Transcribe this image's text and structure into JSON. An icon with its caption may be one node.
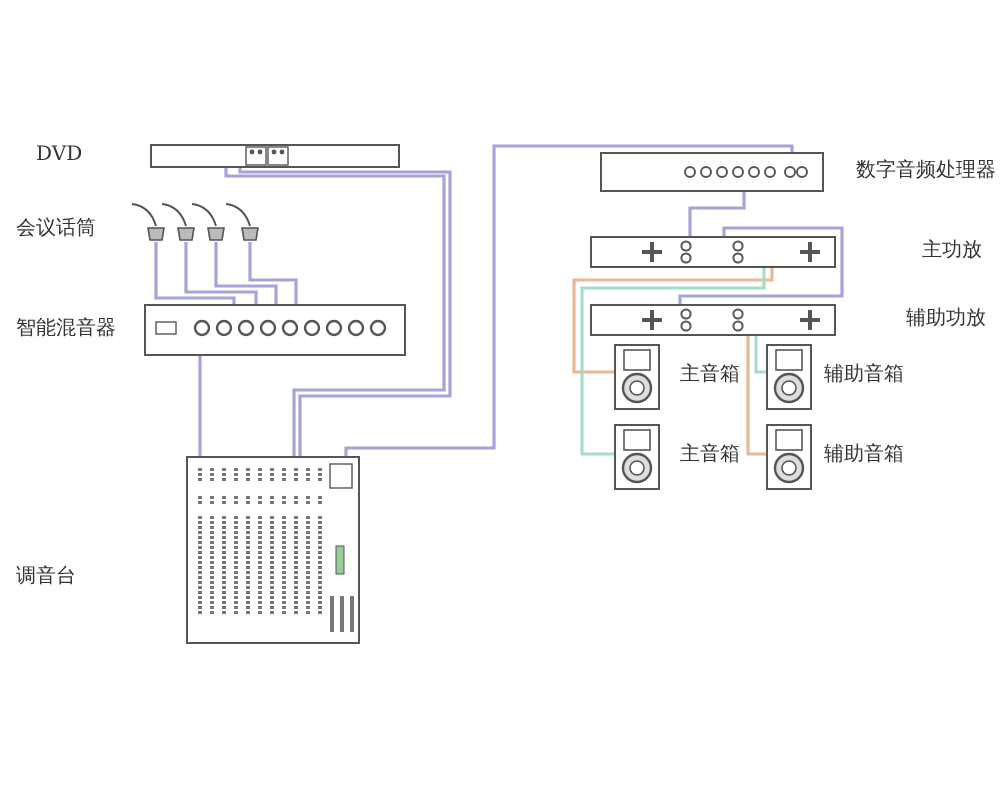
{
  "diagram": {
    "nodes": [
      {
        "text": [],
        "shape": "box",
        "beside": [
          "DVD"
        ]
      },
      {
        "text": [],
        "shape": "microphone"
      },
      {
        "text": [],
        "shape": "microphone"
      },
      {
        "text": [],
        "shape": "microphone"
      },
      {
        "text": [],
        "shape": "microphone"
      },
      {
        "text": [],
        "shape": "box",
        "beside": [
          "智能混音器"
        ]
      },
      {
        "text": [],
        "shape": "box"
      },
      {
        "text": [
          "数字音频处理器"
        ]
      },
      {
        "text": [
          "主功放"
        ]
      },
      {
        "text": [
          "辅助功放"
        ]
      },
      {
        "text": [
          "主音箱"
        ]
      },
      {
        "text": [
          "辅助音箱"
        ]
      },
      {
        "text": [
          "主音箱"
        ]
      },
      {
        "text": [
          "辅助音箱"
        ]
      }
    ],
    "edges": [
      {
        "from": 1,
        "to": 5,
        "arrow": "none"
      },
      {
        "from": 2,
        "to": 5,
        "arrow": "none"
      },
      {
        "from": 3,
        "to": 5,
        "arrow": "none"
      },
      {
        "from": 4,
        "to": 5,
        "arrow": "none"
      },
      {
        "from": 0,
        "to": 6,
        "arrow": "none"
      },
      {
        "from": 0,
        "to": 6,
        "arrow": "none"
      },
      {
        "from": 5,
        "to": 6,
        "arrow": "none"
      },
      {
        "from": 6,
        "to": 7,
        "arrow": "none"
      },
      {
        "from": 7,
        "to": 8,
        "arrow": "none"
      },
      {
        "from": 8,
        "to": 9,
        "arrow": "none"
      },
      {
        "from": 8,
        "to": 10,
        "arrow": "none",
        "color": "#e8b898"
      },
      {
        "from": 8,
        "to": 12,
        "arrow": "none",
        "color": "#a8dcc8"
      },
      {
        "from": 9,
        "to": 11,
        "arrow": "none",
        "color": "#a8dcc8"
      },
      {
        "from": 9,
        "to": 13,
        "arrow": "none",
        "color": "#e8b898"
      }
    ],
    "labels": [
      "会议话筒",
      "调音台"
    ]
  }
}
